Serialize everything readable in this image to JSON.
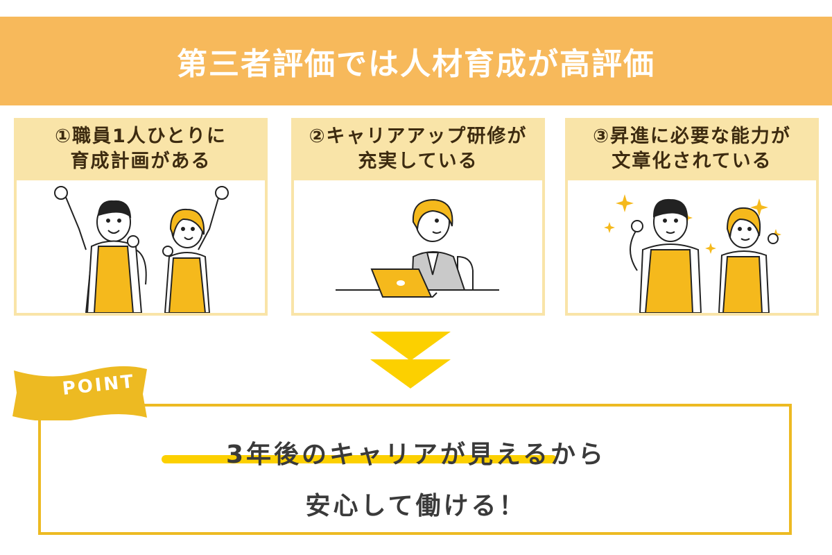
{
  "header": {
    "title": "第三者評価では人材育成が高評価"
  },
  "colors": {
    "title_band": "#F7B95B",
    "card_bg": "#F9E4A8",
    "arrow": "#FCD000",
    "point_border": "#EDBA22",
    "apron": "#F5B91C"
  },
  "cards": [
    {
      "line1": "①職員1人ひとりに",
      "line2": "育成計画がある",
      "illustration": "two-staff-cheering-icon"
    },
    {
      "line1": "②キャリアアップ研修が",
      "line2": "充実している",
      "illustration": "woman-at-laptop-icon"
    },
    {
      "line1": "③昇進に必要な能力が",
      "line2": "文章化されている",
      "illustration": "two-staff-sparkles-icon"
    }
  ],
  "point": {
    "label": "POINT",
    "line1": "3年後のキャリアが見えるから",
    "line2": "安心して働ける！"
  }
}
